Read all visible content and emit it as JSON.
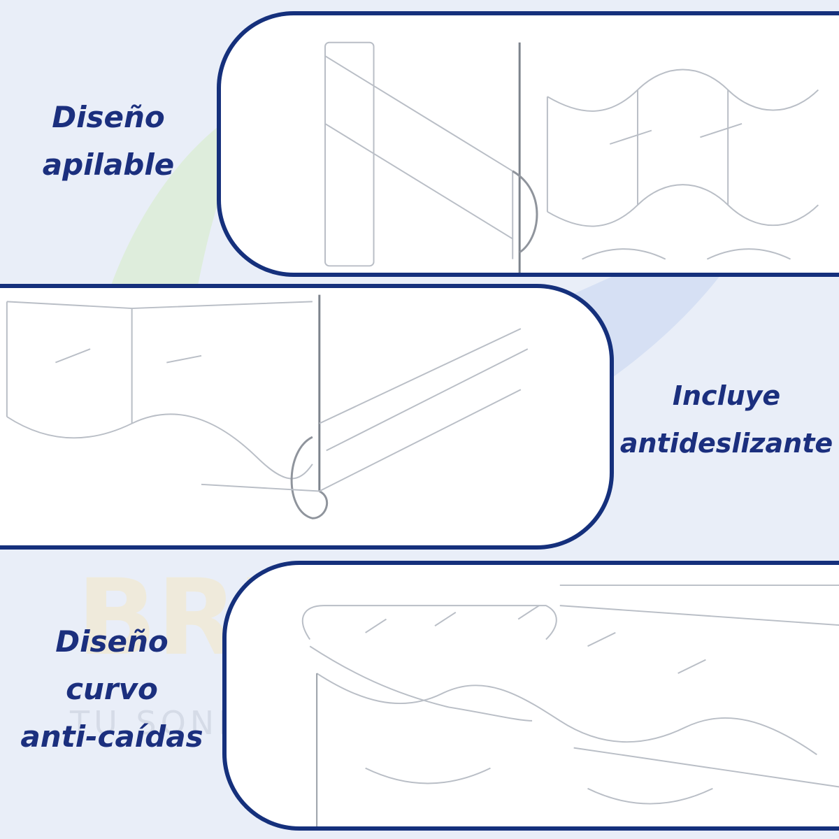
{
  "captions": {
    "stackable": {
      "line1": "Diseño",
      "line2": "apilable"
    },
    "non_slip": {
      "line1": "Incluye",
      "line2": "antideslizante"
    },
    "curved": {
      "line1": "Diseño",
      "line2": "curvo",
      "line3": "anti-caídas"
    }
  },
  "watermark": {
    "brand": "BREEZE",
    "tagline": "TU SONRISA NOS DEFINE SMILE"
  },
  "colors": {
    "border": "#15307c",
    "caption": "#1b2f7e",
    "background": "#e9eef8",
    "panel": "#ffffff"
  }
}
